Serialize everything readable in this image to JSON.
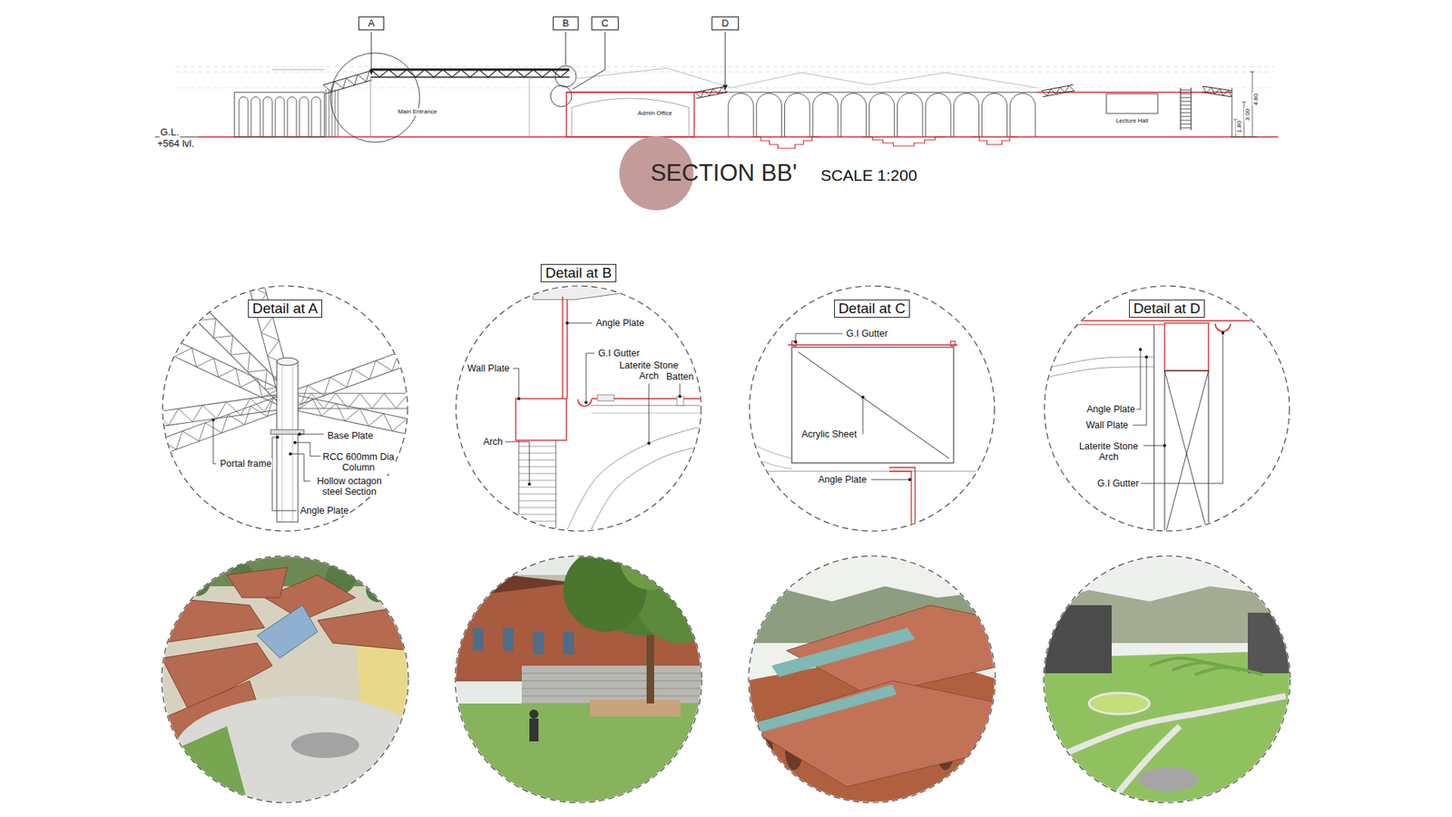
{
  "diagram": {
    "title": "SECTION BB'",
    "nodes": [
      {
        "text": [
          "A"
        ]
      },
      {
        "text": [
          "B"
        ]
      },
      {
        "text": [
          "C"
        ]
      },
      {
        "text": [
          "D"
        ]
      },
      {
        "text": [
          "Detail at A"
        ]
      },
      {
        "text": [
          "Detail at B"
        ]
      },
      {
        "text": [
          "Detail at C"
        ]
      },
      {
        "text": [
          "Detail at D"
        ]
      }
    ],
    "labels": [
      "G.L.",
      "+564 lvl.",
      "Main Entrance",
      "Admin Office",
      "Lecture Hall",
      "1.80",
      "3.00",
      "4.80",
      "SCALE 1:200",
      "Base Plate",
      "Portal frame",
      "RCC 600mm Dia Column",
      "Hollow octagon steel Section",
      "Angle Plate",
      "Angle Plate",
      "G.I Gutter",
      "Laterite Stone Arch",
      "Batten",
      "Wall Plate",
      "Arch",
      "G.I Gutter",
      "Acrylic Sheet",
      "Angle Plate",
      "Angle Plate",
      "Wall Plate",
      "Laterite Stone Arch",
      "G.I Gutter"
    ]
  }
}
